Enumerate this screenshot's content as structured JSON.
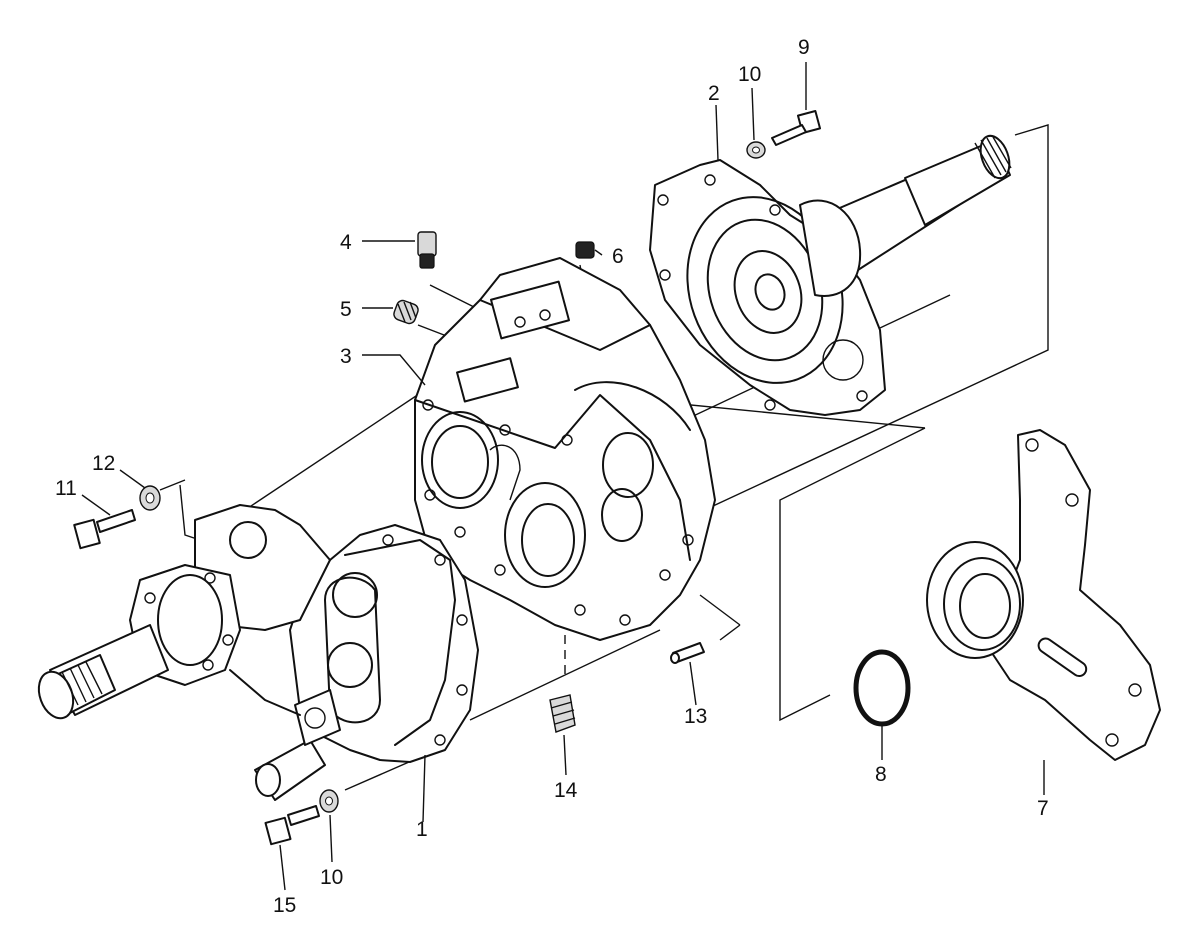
{
  "callouts": [
    {
      "id": "c1",
      "text": "1"
    },
    {
      "id": "c2",
      "text": "2"
    },
    {
      "id": "c3",
      "text": "3"
    },
    {
      "id": "c4",
      "text": "4"
    },
    {
      "id": "c5",
      "text": "5"
    },
    {
      "id": "c6",
      "text": "6"
    },
    {
      "id": "c7",
      "text": "7"
    },
    {
      "id": "c8",
      "text": "8"
    },
    {
      "id": "c9",
      "text": "9"
    },
    {
      "id": "c10a",
      "text": "10"
    },
    {
      "id": "c10b",
      "text": "10"
    },
    {
      "id": "c11",
      "text": "11"
    },
    {
      "id": "c12",
      "text": "12"
    },
    {
      "id": "c13",
      "text": "13"
    },
    {
      "id": "c14",
      "text": "14"
    },
    {
      "id": "c15",
      "text": "15"
    }
  ]
}
